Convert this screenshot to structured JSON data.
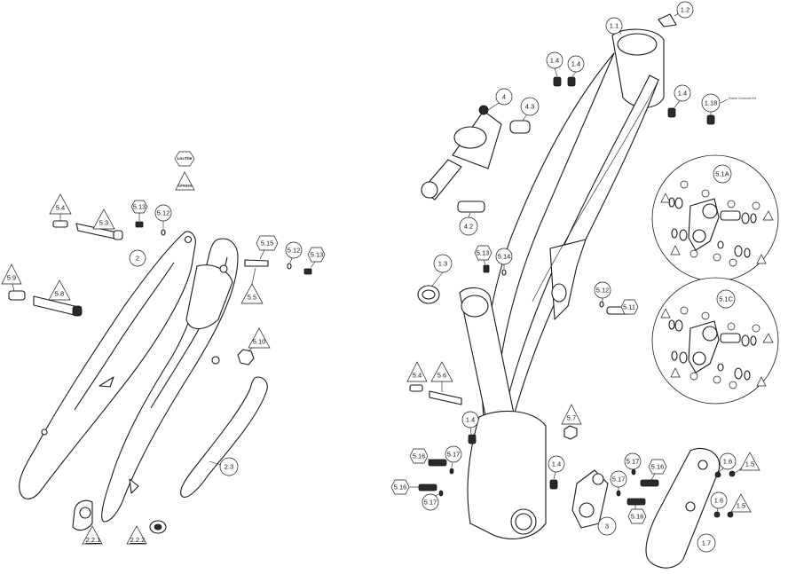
{
  "legend": {
    "loctite": "LocTite",
    "grease": "Grease"
  },
  "callouts": {
    "c_1_1": "1.1",
    "c_1_2": "1.2",
    "c_1_3": "1.3",
    "c_1_4a": "1.4",
    "c_1_4b": "1.4",
    "c_1_4c": "1.4",
    "c_1_4d": "1.4",
    "c_1_4e": "1.4",
    "c_1_5a": "1.5",
    "c_1_5b": "1.5",
    "c_1_6a": "1.6",
    "c_1_6b": "1.6",
    "c_1_7": "1.7",
    "c_1_18": "1.18",
    "c_2": "2",
    "c_2_2_1": "2.2.1",
    "c_2_2_2": "2.2.2",
    "c_2_3": "2.3",
    "c_3": "3",
    "c_4": "4",
    "c_4_2": "4.2",
    "c_4_3": "4.3",
    "c_5_1A": "5.1A",
    "c_5_1C": "5.1C",
    "c_5_3": "5.3",
    "c_5_4a": "5.4",
    "c_5_4b": "5.4",
    "c_5_5": "5.5",
    "c_5_6": "5.6",
    "c_5_7": "5.7",
    "c_5_8": "5.8",
    "c_5_9": "5.9",
    "c_5_10": "5.10",
    "c_5_11": "5.11",
    "c_5_12a": "5.12",
    "c_5_12b": "5.12",
    "c_5_12c": "5.12",
    "c_5_13a": "5.13",
    "c_5_13b": "5.13",
    "c_5_13c": "5.13",
    "c_5_14": "5.14",
    "c_5_15": "5.15",
    "c_5_16a": "5.16",
    "c_5_16b": "5.16",
    "c_5_16c": "5.16",
    "c_5_16d": "5.16",
    "c_5_17a": "5.17",
    "c_5_17b": "5.17",
    "c_5_17c": "5.17",
    "c_5_17d": "5.17"
  },
  "colors": {
    "line": "#1a1a1a",
    "background": "#ffffff"
  }
}
